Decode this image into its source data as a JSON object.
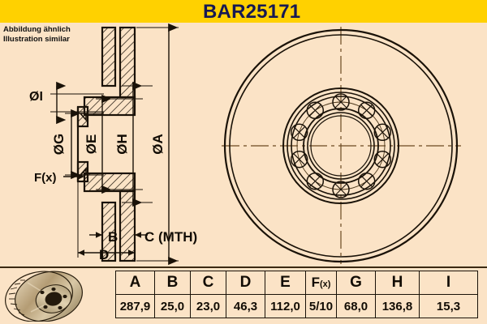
{
  "header": {
    "part_number": "BAR25171",
    "bg_color": "#ffd100",
    "text_color": "#161953"
  },
  "notes": {
    "line_de": "Abbildung ähnlich",
    "line_en": "Illustration similar"
  },
  "page": {
    "background_color": "#fbe3c6",
    "line_color": "#1a1208"
  },
  "drawing": {
    "section_view": {
      "title": "brake-disc-cross-section",
      "dimension_labels": [
        {
          "key": "I",
          "text": "ØI",
          "orientation": "horizontal"
        },
        {
          "key": "G",
          "text": "ØG",
          "orientation": "vertical"
        },
        {
          "key": "E",
          "text": "ØE",
          "orientation": "vertical"
        },
        {
          "key": "H",
          "text": "ØH",
          "orientation": "vertical"
        },
        {
          "key": "A",
          "text": "ØA",
          "orientation": "vertical"
        },
        {
          "key": "Fx",
          "text": "F(x)",
          "orientation": "horizontal"
        },
        {
          "key": "B",
          "text": "B",
          "orientation": "horizontal"
        },
        {
          "key": "C",
          "text": "C (MTH)",
          "orientation": "horizontal"
        },
        {
          "key": "D",
          "text": "D",
          "orientation": "horizontal"
        }
      ]
    },
    "front_view": {
      "title": "brake-disc-front-view",
      "bolt_hole_count": 10,
      "concentric_ring_count": 6
    }
  },
  "thumbnail": {
    "caption": "brake-disc-photo"
  },
  "table": {
    "columns": [
      "A",
      "B",
      "C",
      "D",
      "E",
      "F(x)",
      "G",
      "H",
      "I"
    ],
    "fx_label_main": "F",
    "fx_label_sub": "(x)",
    "values": [
      "287,9",
      "25,0",
      "23,0",
      "46,3",
      "112,0",
      "5/10",
      "68,0",
      "136,8",
      "15,3"
    ]
  }
}
